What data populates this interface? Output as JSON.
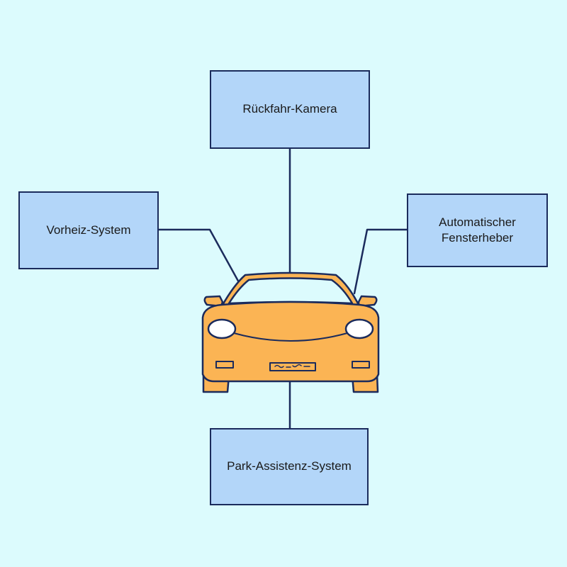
{
  "features": {
    "top": "Rückfahr-Kamera",
    "left": "Vorheiz-System",
    "right": "Automatischer\nFensterheber",
    "bottom": "Park-Assistenz-System"
  },
  "colors": {
    "background": "#dcfbfd",
    "box_fill": "#b3d6f9",
    "outline": "#1b2b5c",
    "car_body": "#fbb454",
    "car_dark": "#f39a2f"
  }
}
